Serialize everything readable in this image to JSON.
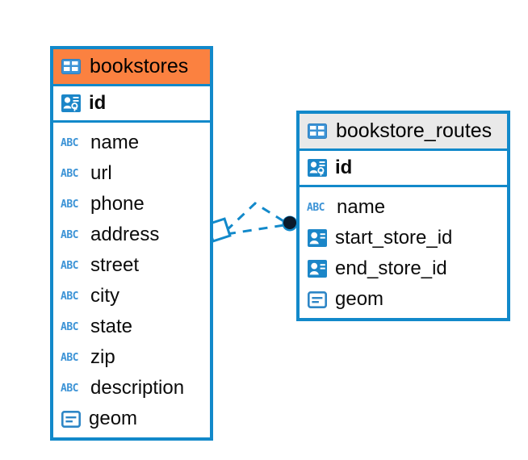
{
  "diagram": {
    "type": "entity-relationship-diagram",
    "background": "#FFFFFF",
    "accent_blue": "#1289CA",
    "icon_blue": "#3C93D6",
    "highlight_orange": "#FB8140",
    "header_gray": "#E9E9E9",
    "endpoint_dark": "#0B1A2B"
  },
  "tables": [
    {
      "name": "bookstores",
      "title": "bookstores",
      "header_style": "accent-orange",
      "title_icon": "table-icon",
      "primary_key": {
        "label": "id",
        "icon": "primary-key-icon"
      },
      "fields": [
        {
          "label": "name",
          "icon": "abc-icon",
          "icon_text": "ABC"
        },
        {
          "label": "url",
          "icon": "abc-icon",
          "icon_text": "ABC"
        },
        {
          "label": "phone",
          "icon": "abc-icon",
          "icon_text": "ABC"
        },
        {
          "label": "address",
          "icon": "abc-icon",
          "icon_text": "ABC"
        },
        {
          "label": "street",
          "icon": "abc-icon",
          "icon_text": "ABC"
        },
        {
          "label": "city",
          "icon": "abc-icon",
          "icon_text": "ABC"
        },
        {
          "label": "state",
          "icon": "abc-icon",
          "icon_text": "ABC"
        },
        {
          "label": "zip",
          "icon": "abc-icon",
          "icon_text": "ABC"
        },
        {
          "label": "description",
          "icon": "abc-icon",
          "icon_text": "ABC"
        },
        {
          "label": "geom",
          "icon": "geometry-icon",
          "icon_text": ""
        }
      ]
    },
    {
      "name": "bookstore_routes",
      "title": "bookstore_routes",
      "header_style": "accent-gray",
      "title_icon": "table-icon",
      "primary_key": {
        "label": "id",
        "icon": "primary-key-icon"
      },
      "fields": [
        {
          "label": "name",
          "icon": "abc-icon",
          "icon_text": "ABC"
        },
        {
          "label": "start_store_id",
          "icon": "foreign-key-icon",
          "icon_text": ""
        },
        {
          "label": "end_store_id",
          "icon": "foreign-key-icon",
          "icon_text": ""
        },
        {
          "label": "geom",
          "icon": "geometry-icon",
          "icon_text": ""
        }
      ]
    }
  ],
  "relationships": [
    {
      "from_table": "bookstores",
      "to_table": "bookstore_routes",
      "from_endpoint": "diamond",
      "to_endpoint": "filled-circle",
      "line_style": "dashed",
      "color": "#1289CA"
    },
    {
      "from_table": "bookstores",
      "to_table": "bookstore_routes",
      "from_endpoint": "diamond",
      "to_endpoint": "filled-circle",
      "line_style": "dashed",
      "color": "#1289CA"
    }
  ]
}
